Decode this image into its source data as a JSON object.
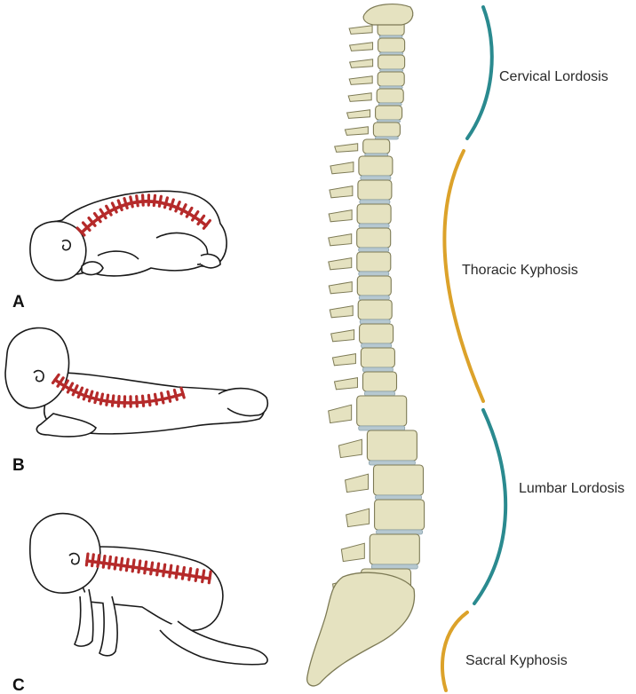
{
  "panels": [
    {
      "letter": "A"
    },
    {
      "letter": "B"
    },
    {
      "letter": "C"
    }
  ],
  "curves": [
    {
      "label": "Cervical Lordosis",
      "color": "#2a8a8f"
    },
    {
      "label": "Thoracic Kyphosis",
      "color": "#dca22a"
    },
    {
      "label": "Lumbar Lordosis",
      "color": "#2a8a8f"
    },
    {
      "label": "Sacral Kyphosis",
      "color": "#dca22a"
    }
  ],
  "colors": {
    "outline": "#1a1a1a",
    "infant_spine": "#b52a2a",
    "bone_fill": "#e5e2c0",
    "bone_stroke": "#7d7a55",
    "disc_fill": "#b6c8d0"
  },
  "icons": {
    "infant": "infant-line-drawing",
    "spine": "vertebral-column-illustration"
  }
}
